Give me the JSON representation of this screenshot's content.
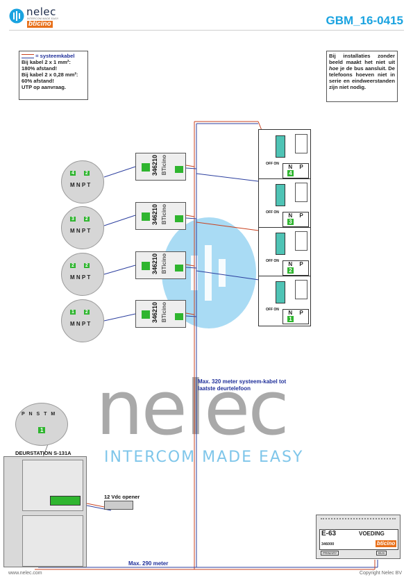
{
  "header": {
    "brand": "nelec",
    "brand_tagline": "INTERCOM MADE EASY",
    "partner_logo": "bticino",
    "doc_code": "GBM_16-0415"
  },
  "note_left": {
    "legend_line": "= systeemkabel",
    "lines": [
      "Bij kabel 2 x 1 mm²:",
      "180% afstand!",
      "Bij kabel 2 x 0,28 mm²:",
      "60% afstand!",
      "UTP op aanvraag."
    ]
  },
  "note_right": {
    "text_pre": "Bij installaties zonder beeld maakt het niet uit ",
    "text_em": "hoe",
    "text_post": " je de bus aansluit. De telefoons hoeven niet in serie en eindweerstanden zijn niet nodig."
  },
  "watermark": {
    "word": "nelec",
    "tagline": "INTERCOM MADE EASY"
  },
  "zoom_circles": [
    {
      "id": "4",
      "top": "4",
      "mid": "2",
      "cols": [
        "M",
        "N",
        "P",
        "T"
      ]
    },
    {
      "id": "3",
      "top": "3",
      "mid": "2",
      "cols": [
        "M",
        "N",
        "P",
        "T"
      ]
    },
    {
      "id": "2",
      "top": "2",
      "mid": "2",
      "cols": [
        "M",
        "N",
        "P",
        "T"
      ]
    },
    {
      "id": "1",
      "top": "1",
      "mid": "2",
      "cols": [
        "M",
        "N",
        "P",
        "T"
      ]
    }
  ],
  "interface_modules": [
    {
      "code": "346210",
      "brand": "BTicino"
    },
    {
      "code": "346210",
      "brand": "BTicino"
    },
    {
      "code": "346210",
      "brand": "BTicino"
    },
    {
      "code": "346210",
      "brand": "BTicino"
    }
  ],
  "phones": [
    {
      "n": "N",
      "p": "P",
      "value": "4",
      "off_on": "OFF ON"
    },
    {
      "n": "N",
      "p": "P",
      "value": "3",
      "off_on": "OFF ON"
    },
    {
      "n": "N",
      "p": "P",
      "value": "2",
      "off_on": "OFF ON"
    },
    {
      "n": "N",
      "p": "P",
      "value": "1",
      "off_on": "OFF ON"
    }
  ],
  "labels": {
    "max_320": "Max. 320 meter systeem-kabel tot laatste deurtelefoon",
    "deurstation": "DEURSTATION S-131A",
    "opener": "12 Vdc opener",
    "max_290": "Max. 290 meter"
  },
  "door_circle": {
    "cols": [
      "P",
      "N",
      "S",
      "T",
      "M"
    ],
    "value": "1"
  },
  "power_supply": {
    "model": "E-63",
    "title": "VOEDING",
    "part": "346000",
    "brand": "bticino",
    "primary": "PRIMARY",
    "bus": "BUS"
  },
  "footer": {
    "left": "www.nelec.com",
    "right": "Copyright Nelec BV"
  },
  "colors": {
    "accent": "#1aa3e0",
    "blue_text": "#1f2f9a",
    "cable_red": "#c8411f",
    "cable_blue": "#2b3e9e",
    "green": "#2fb52f"
  }
}
